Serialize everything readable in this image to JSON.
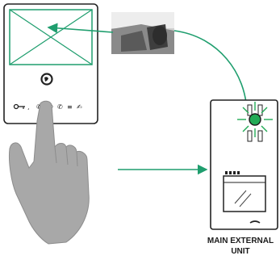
{
  "diagram": {
    "external_unit_label_line1": "MAIN EXTERNAL",
    "external_unit_label_line2": "UNIT"
  },
  "colors": {
    "arrow": "#1f9e6e",
    "led": "#22aa55",
    "hand": "#a8a8a8",
    "outline": "#222222"
  },
  "icons": [
    "handset-icon",
    "key-icon",
    "function-icons-row",
    "camera-image",
    "pointing-hand",
    "led-flash-icon"
  ]
}
